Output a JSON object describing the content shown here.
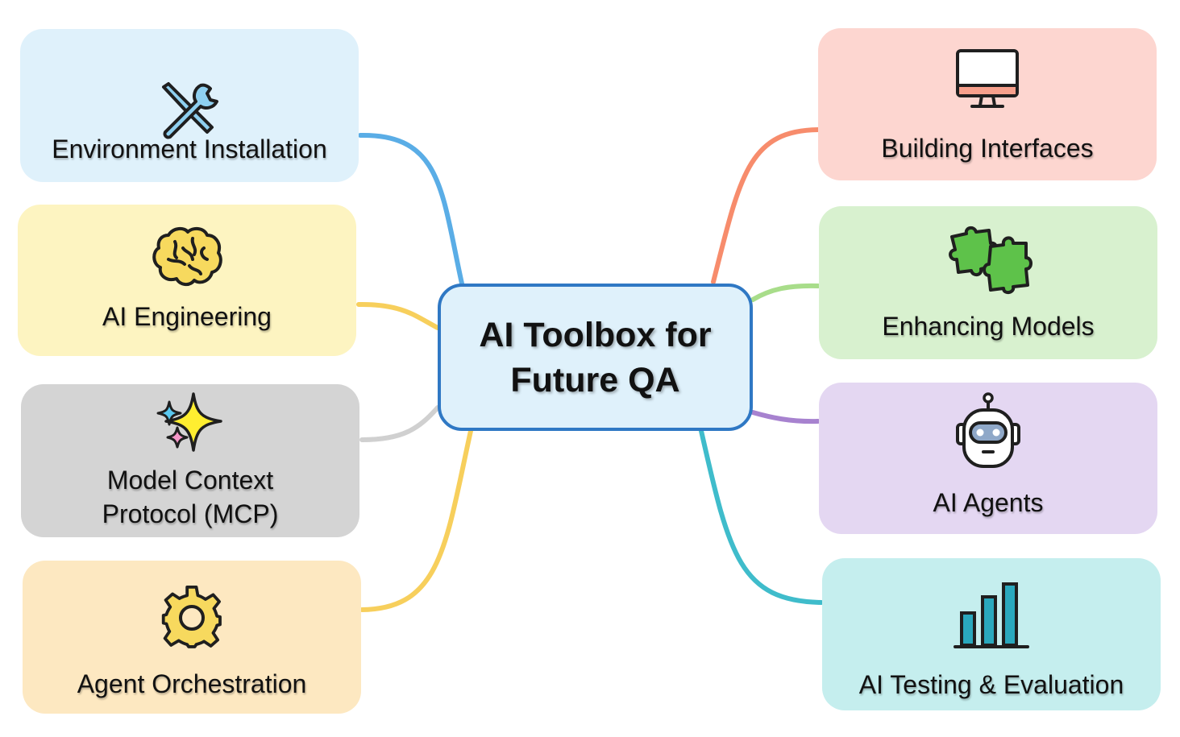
{
  "center": {
    "title": "AI Toolbox for Future QA"
  },
  "nodes": [
    {
      "label": "Environment Installation",
      "icon": "tools-icon",
      "bg": "#dff1fb",
      "line": "#5aade6"
    },
    {
      "label": "AI Engineering",
      "icon": "brain-icon",
      "bg": "#fdf4c1",
      "line": "#f7cf5c"
    },
    {
      "label": "Model Context\nProtocol (MCP)",
      "icon": "sparkles-icon",
      "bg": "#d4d4d4",
      "line": "#d0d0d0"
    },
    {
      "label": "Agent Orchestration",
      "icon": "gear-icon",
      "bg": "#fde8c1",
      "line": "#f7cf5c"
    },
    {
      "label": "Building Interfaces",
      "icon": "monitor-icon",
      "bg": "#fdd6d0",
      "line": "#f78c6c"
    },
    {
      "label": "Enhancing Models",
      "icon": "puzzle-icon",
      "bg": "#d8f1cf",
      "line": "#a8dd8a"
    },
    {
      "label": "AI Agents",
      "icon": "robot-icon",
      "bg": "#e4d7f2",
      "line": "#a782cf"
    },
    {
      "label": "AI Testing & Evaluation",
      "icon": "bar-chart-icon",
      "bg": "#c5eeee",
      "line": "#3fbccb"
    }
  ]
}
